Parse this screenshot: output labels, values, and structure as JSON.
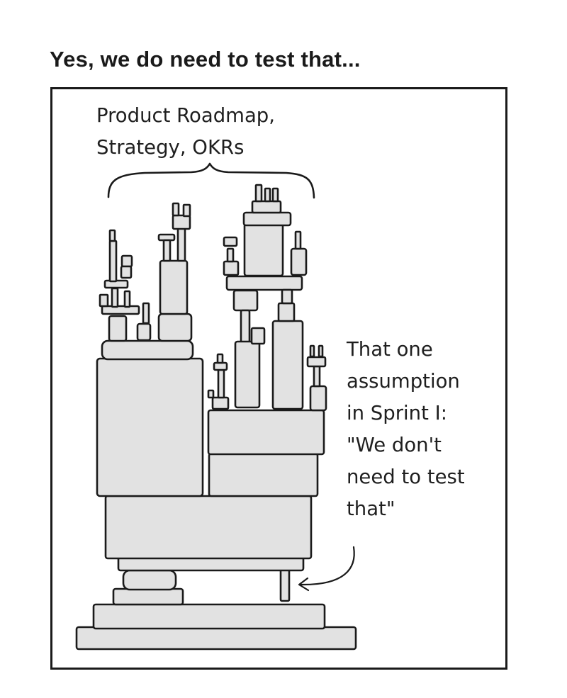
{
  "title": "Yes, we do need to test that...",
  "panel": {
    "top_caption": "Product Roadmap,\nStrategy, OKRs",
    "side_caption": "That one\nassumption\nin Sprint I:\n\"We don't\nneed to test\nthat\"",
    "colors": {
      "block_fill": "#e2e2e2",
      "ink": "#1a1a1a",
      "paper": "#ffffff"
    }
  }
}
